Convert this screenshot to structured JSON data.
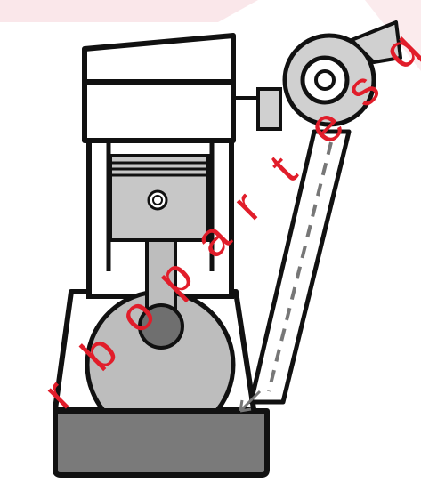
{
  "diagram": {
    "subject": "engine-lubrication-turbo-oil-return",
    "colors": {
      "outline": "#111111",
      "piston_gray": "#c7c7c7",
      "crank_gray": "#bdbdbd",
      "crank_pin_gray": "#6f6f6f",
      "oil_gray": "#7a7a7a",
      "turbo_gray": "#d0d0d0",
      "background": "#ffffff",
      "watermark": "#e11d2a",
      "watermark_shape": "#f3b9bf"
    }
  },
  "watermark": {
    "text": "turbopartesq",
    "letters": [
      "r",
      "b",
      "o",
      "p",
      "a",
      "r",
      "t",
      "e",
      "s",
      "q"
    ]
  }
}
